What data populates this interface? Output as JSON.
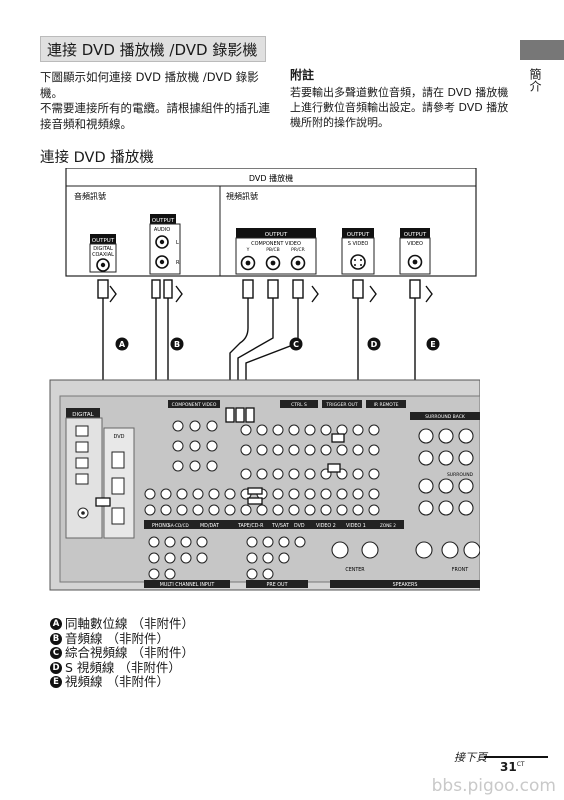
{
  "header": {
    "title": "連接 DVD 播放機 /DVD 錄影機",
    "side_label": "簡介"
  },
  "intro": {
    "line1": "下圖顯示如何連接 DVD 播放機 /DVD 錄影機。",
    "line2": "不需要連接所有的電纜。請根據組件的插孔連接音頻和視頻線。"
  },
  "note": {
    "title": "附註",
    "body": "若要輸出多聲道數位音頻，請在 DVD 播放機上進行數位音頻輸出設定。請參考 DVD 播放機所附的操作說明。"
  },
  "section_heading": "連接 DVD 播放機",
  "dvd_box": {
    "title": "DVD 播放機",
    "audio_signal": "音頻訊號",
    "video_signal": "視頻訊號",
    "output": "OUTPUT",
    "digital_coaxial": [
      "DIGITAL",
      "COAXIAL"
    ],
    "audio": "AUDIO",
    "audio_l": "L",
    "audio_r": "R",
    "component_video": "COMPONENT VIDEO",
    "component_sub": [
      "Y",
      "PB/CB",
      "PR/CR"
    ],
    "s_video": "S VIDEO",
    "video": "VIDEO"
  },
  "cable_letters": [
    "A",
    "B",
    "C",
    "D",
    "E"
  ],
  "receiver": {
    "digital": "DIGITAL",
    "dvd": "DVD",
    "component_video": "COMPONENT VIDEO",
    "ctrl_s": "CTRL S",
    "trigger_out": "TRIGGER OUT",
    "ir_remote": "IR REMOTE",
    "surround_back": "SURROUND BACK",
    "surround": "SURROUND",
    "inputs": [
      "PHONO",
      "SA-CD/CD",
      "MD/DAT",
      "TAPE/CD-R",
      "TV/SAT",
      "DVD",
      "VIDEO 2",
      "VIDEO 1",
      "ZONE 2"
    ],
    "multi_channel_input": "MULTI CHANNEL INPUT",
    "pre_out": "PRE OUT",
    "speakers": "SPEAKERS",
    "center": "CENTER",
    "front": "FRONT"
  },
  "legend": [
    {
      "letter": "A",
      "text": "同軸數位線 （非附件）"
    },
    {
      "letter": "B",
      "text": "音頻線 （非附件）"
    },
    {
      "letter": "C",
      "text": "綜合視頻線 （非附件）"
    },
    {
      "letter": "D",
      "text": "S 視頻線 （非附件）"
    },
    {
      "letter": "E",
      "text": "視頻線 （非附件）"
    }
  ],
  "footer": {
    "next": "接下頁",
    "page": "31",
    "page_suffix": "CT",
    "watermark": "bbs.pigoo.com"
  }
}
